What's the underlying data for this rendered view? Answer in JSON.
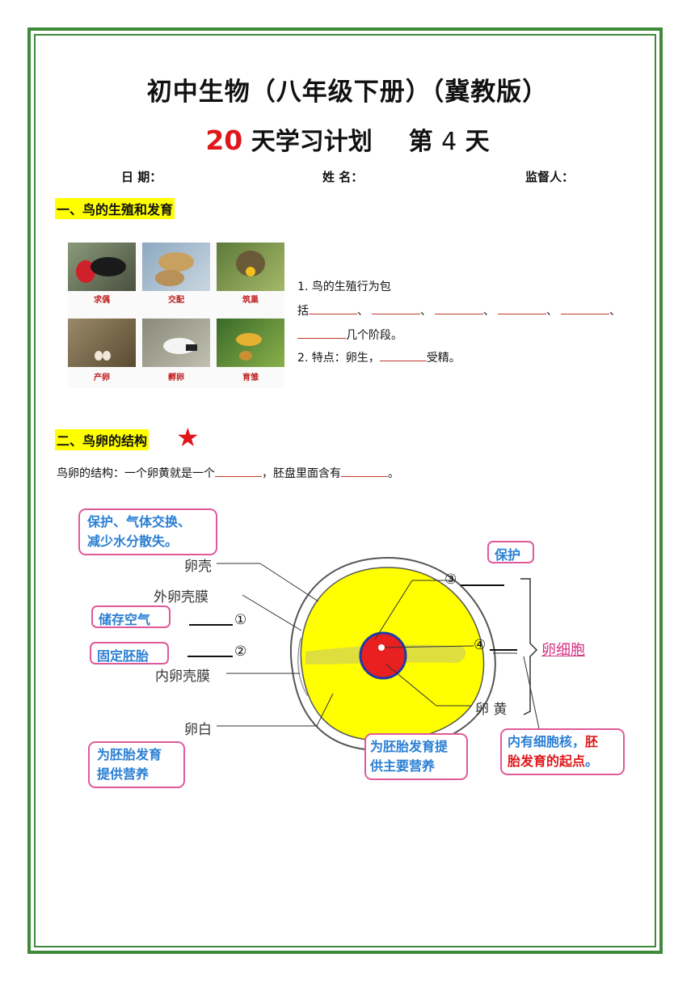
{
  "header": {
    "title": "初中生物（八年级下册）（冀教版）",
    "subtitle_num": "20",
    "subtitle_text": "天学习计划",
    "subtitle_day_prefix": "第",
    "subtitle_day_num": "4",
    "subtitle_day_suffix": "天"
  },
  "meta": {
    "date_label": "日 期：",
    "name_label": "姓 名：",
    "supervisor_label": "监督人："
  },
  "section1": {
    "heading": "一、鸟的生殖和发育",
    "photo_labels": [
      "求偶",
      "交配",
      "筑巢",
      "产卵",
      "孵卵",
      "育雏"
    ],
    "q1_line1": "1. 鸟的生殖行为包",
    "q1_line2_prefix": "括",
    "q1_sep": "、",
    "q1_line3_suffix": "几个阶段。",
    "q2_prefix": "2. 特点：卵生，",
    "q2_suffix": "受精。"
  },
  "section2": {
    "heading": "二、鸟卵的结构",
    "structure_prefix": "鸟卵的结构：一个卵黄就是一个",
    "structure_mid": "，胚盘里面含有",
    "structure_end": "。"
  },
  "diagram": {
    "callout_shell": [
      "保护、气体交换、",
      "减少水分散失。"
    ],
    "label_shell": "卵壳",
    "label_outer_membrane": "外卵壳膜",
    "callout_air": "储存空气",
    "num1": "①",
    "callout_chalaza": "固定胚胎",
    "num2": "②",
    "label_inner_membrane": "内卵壳膜",
    "label_albumen": "卵白",
    "callout_albumen": [
      "为胚胎发育",
      "提供营养"
    ],
    "callout_protect": "保护",
    "num3": "③",
    "num4": "④",
    "label_egg_cell": "卵细胞",
    "label_yolk": "卵 黄",
    "callout_yolk": [
      "为胚胎发育提",
      "供主要营养"
    ],
    "callout_disc_black": "内有细胞核，",
    "callout_disc_red1": "胚",
    "callout_disc_red2": "胎发育的起点",
    "callout_disc_end": "。"
  }
}
